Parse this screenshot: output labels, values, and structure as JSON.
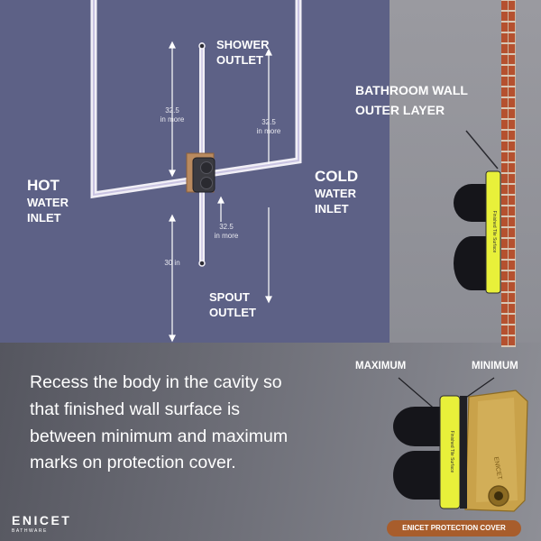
{
  "diagram": {
    "shower_outlet": [
      "SHOWER",
      "OUTLET"
    ],
    "hot_water_inlet": [
      "HOT",
      "WATER",
      "INLET"
    ],
    "cold_water_inlet": [
      "COLD",
      "WATER",
      "INLET"
    ],
    "spout_outlet": [
      "SPOUT",
      "OUTLET"
    ],
    "dim_left_top": [
      "32.5",
      "in more"
    ],
    "dim_right_top": [
      "32.5",
      "in more"
    ],
    "dim_right_bottom": [
      "32.5",
      "in more"
    ],
    "dim_left_bottom": "30 in"
  },
  "wall_callout": [
    "BATHROOM WALL",
    "OUTER LAYER"
  ],
  "marks": {
    "maximum": "MAXIMUM",
    "minimum": "MINIMUM"
  },
  "cover_text": "Finished Tile Surface",
  "valve_body_text": "ENICET",
  "description": "Recess the body in the cavity so that finished wall surface is between minimum and maximum marks on protection cover.",
  "badge": "ENICET PROTECTION COVER",
  "logo": {
    "name": "ENICET",
    "sub": "BATHWARE"
  },
  "colors": {
    "wall_panel": "#5d6186",
    "pipe": "#f1eff6",
    "brick": "#b5512f",
    "cover_yellow": "#e8f03a",
    "valve_brass": "#c9a24a",
    "badge": "#a85d2c"
  }
}
